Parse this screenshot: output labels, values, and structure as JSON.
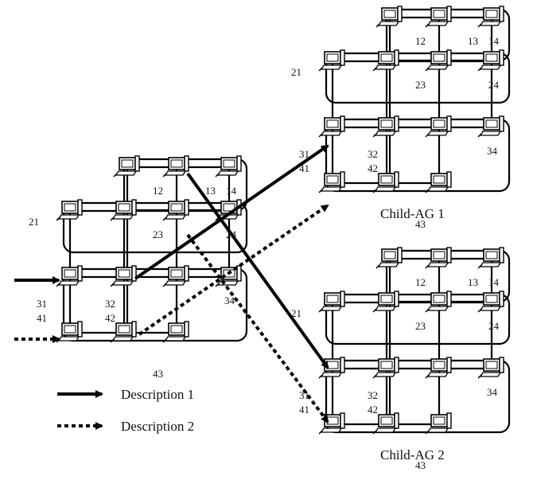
{
  "groups": [
    {
      "id": "parent",
      "title": "",
      "labels": {
        "12": "12",
        "13": "13",
        "14": "14",
        "21": "21",
        "23": "23",
        "24": "24",
        "31": "31",
        "32": "32",
        "34": "34",
        "41": "41",
        "42": "42",
        "43": "43"
      }
    },
    {
      "id": "child1",
      "title": "Child-AG 1",
      "labels": {
        "12": "12",
        "13": "13",
        "14": "14",
        "21": "21",
        "23": "23",
        "24": "24",
        "31": "31",
        "32": "32",
        "34": "34",
        "41": "41",
        "42": "42",
        "43": "43"
      }
    },
    {
      "id": "child2",
      "title": "Child-AG 2",
      "labels": {
        "12": "12",
        "13": "13",
        "14": "14",
        "21": "21",
        "23": "23",
        "24": "24",
        "31": "31",
        "32": "32",
        "34": "34",
        "41": "41",
        "42": "42",
        "43": "43"
      }
    }
  ],
  "legend": {
    "solid_label": "Description 1",
    "dashed_label": "Description 2"
  },
  "colors": {
    "stroke": "#000000",
    "computer_body": "#ffffff"
  }
}
